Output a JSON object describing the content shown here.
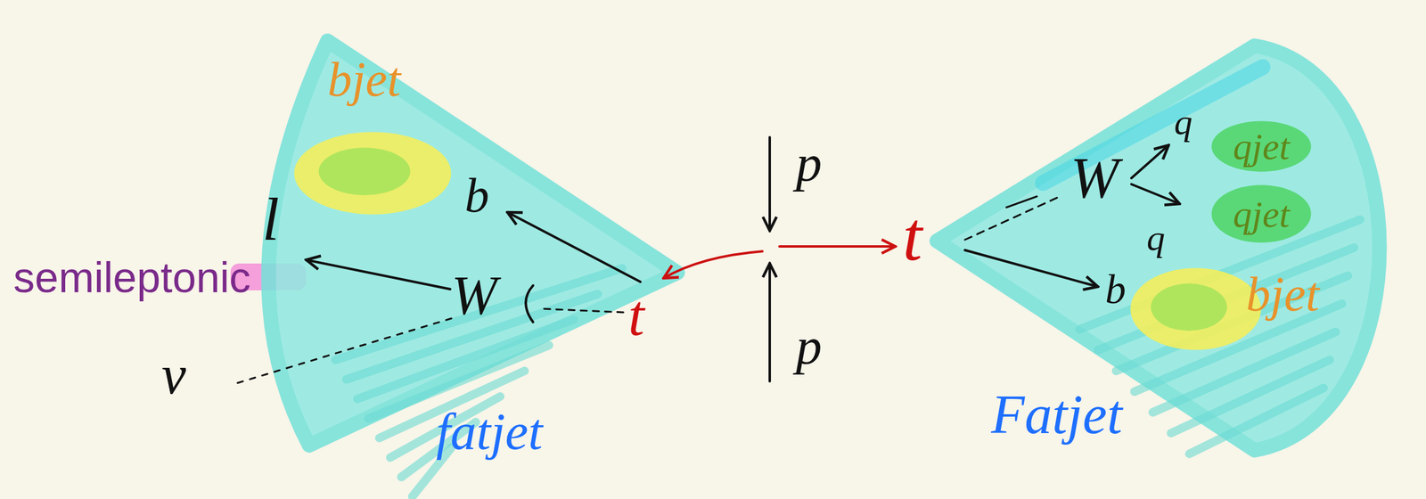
{
  "diagram": {
    "nodes": [
      {
        "text": [
          "fatjet"
        ]
      },
      {
        "text": [
          "bjet"
        ],
        "in": 0
      },
      {
        "text": [
          "Fatjet"
        ]
      },
      {
        "text": [
          "qjet"
        ],
        "in": 2
      },
      {
        "text": [
          "qjet"
        ],
        "in": 2
      },
      {
        "text": [
          "bjet"
        ],
        "in": 2
      }
    ],
    "labels": [
      "l",
      "b",
      "semileptonic",
      "W",
      "t",
      "ν",
      "p",
      "p",
      "t",
      "W",
      "q",
      "q",
      "b"
    ]
  }
}
